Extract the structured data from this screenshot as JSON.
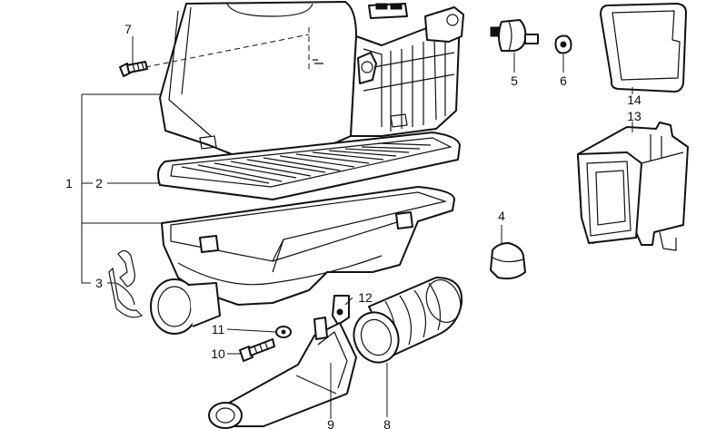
{
  "callouts": {
    "p1": "1",
    "p2": "2",
    "p3": "3",
    "p4": "4",
    "p5": "5",
    "p6": "6",
    "p7": "7",
    "p8": "8",
    "p9": "9",
    "p10": "10",
    "p11": "11",
    "p12": "12",
    "p13": "13",
    "p14": "14"
  }
}
